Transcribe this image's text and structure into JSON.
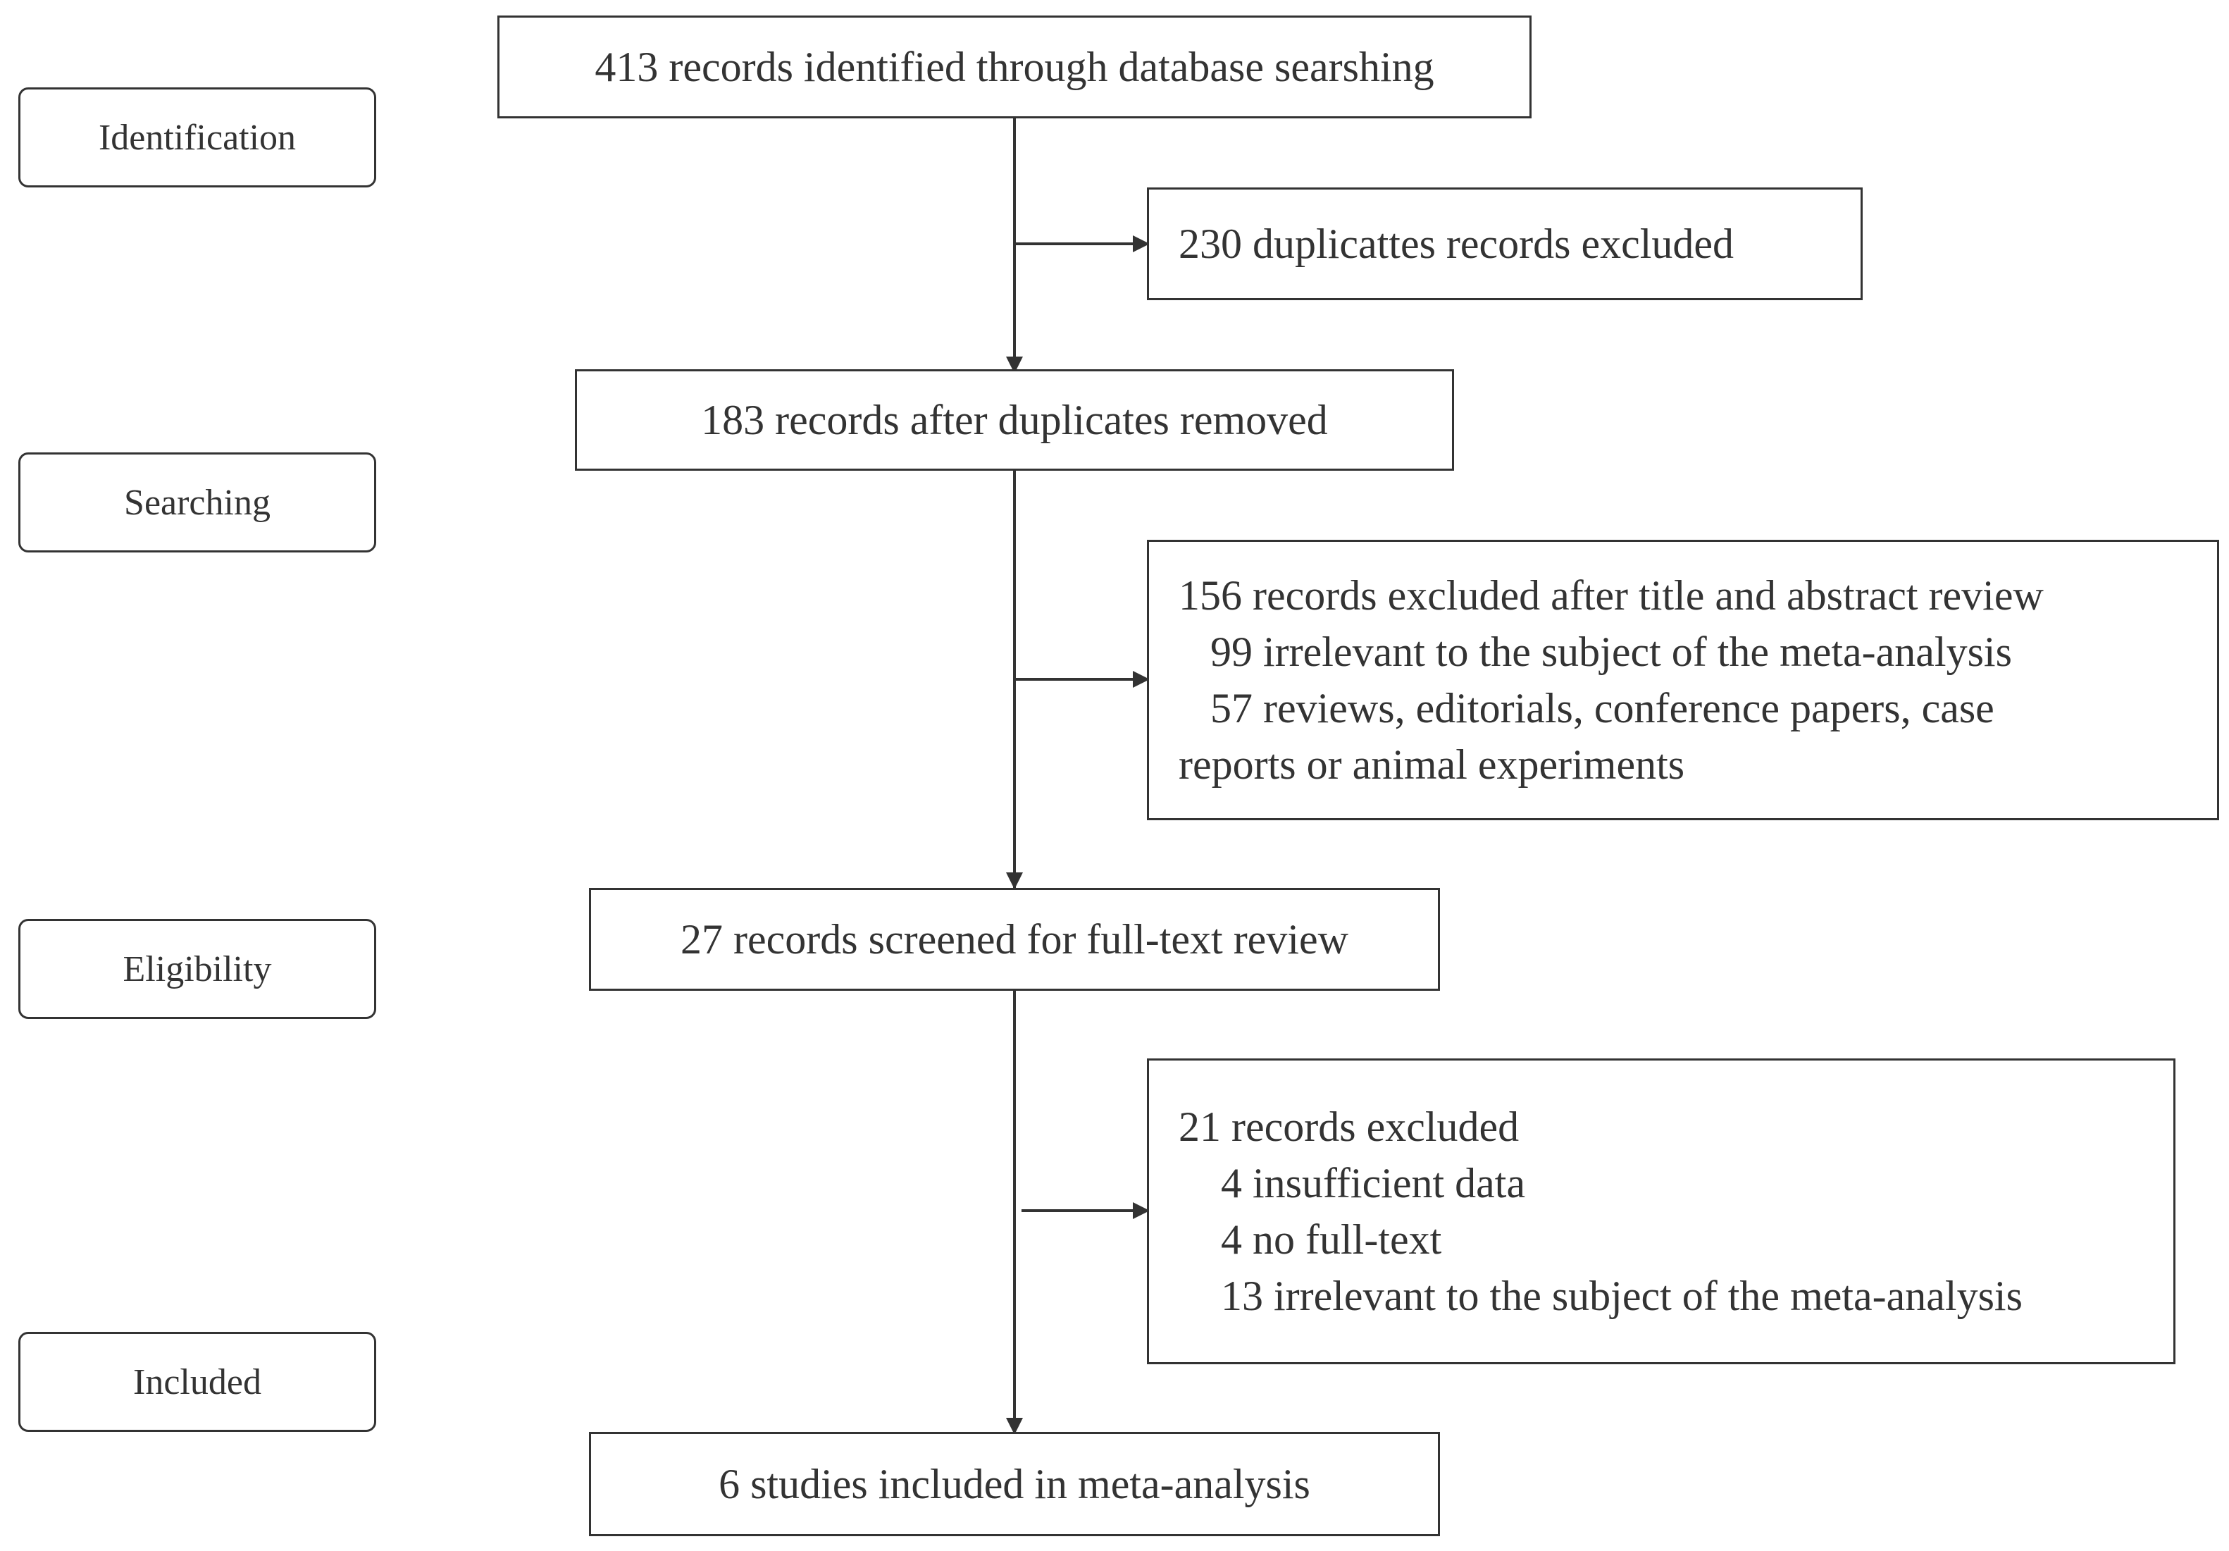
{
  "stages": {
    "identification": "Identification",
    "searching": "Searching",
    "eligibility": "Eligibility",
    "included": "Included"
  },
  "flow": {
    "identified": "413 records identified through database searshing",
    "after_duplicates": "183 records after duplicates removed",
    "screened": "27 records screened for full-text review",
    "included": "6 studies included in meta-analysis"
  },
  "exclusions": {
    "duplicates": {
      "line1": "230 duplicattes records excluded"
    },
    "title_abstract": {
      "line1": "156 records excluded after title and abstract review",
      "line2": "   99 irrelevant to the subject of the meta-analysis",
      "line3": "   57 reviews, editorials, conference papers, case",
      "line4": "reports or animal experiments"
    },
    "full_text": {
      "line1": "21 records excluded",
      "line2": "    4 insufficient data",
      "line3": "    4 no full-text",
      "line4": "    13 irrelevant to the subject of the meta-analysis"
    }
  }
}
